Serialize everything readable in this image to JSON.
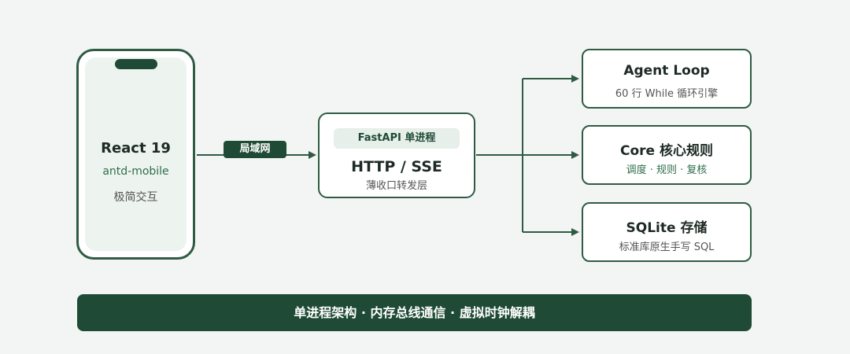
{
  "client": {
    "title": "React 19",
    "subtitle": "antd-mobile",
    "note": "极简交互"
  },
  "link_label": "局域网",
  "server": {
    "badge": "FastAPI 单进程",
    "title": "HTTP / SSE",
    "subtitle": "薄收口转发层"
  },
  "modules": [
    {
      "title": "Agent Loop",
      "subtitle": "60 行 While 循环引擎"
    },
    {
      "title": "Core 核心规则",
      "subtitle": "调度 · 规则 · 复核"
    },
    {
      "title": "SQLite 存储",
      "subtitle": "标准库原生手写 SQL"
    }
  ],
  "footer": "单进程架构 · 内存总线通信 · 虚拟时钟解耦",
  "colors": {
    "background": "#f2f5f3",
    "primary": "#1f4a35",
    "border": "#2f5b44",
    "accent_text": "#2e6e4b",
    "badge_bg": "#e6efe9"
  }
}
